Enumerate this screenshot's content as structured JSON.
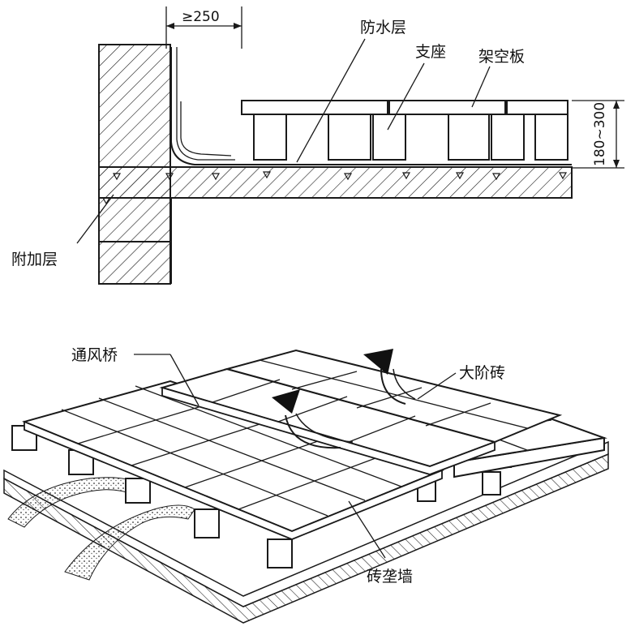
{
  "section": {
    "dimension_width": "≥250",
    "dimension_height": "180~300",
    "labels": {
      "waterproof_layer": "防水层",
      "support": "支座",
      "overhead_board": "架空板",
      "additional_layer": "附加层"
    }
  },
  "perspective": {
    "labels": {
      "vent_bridge": "通风桥",
      "large_step_brick": "大阶砖",
      "brick_pier_wall": "砖垄墙"
    }
  },
  "colors": {
    "line": "#1a1a1a",
    "background": "#ffffff"
  }
}
